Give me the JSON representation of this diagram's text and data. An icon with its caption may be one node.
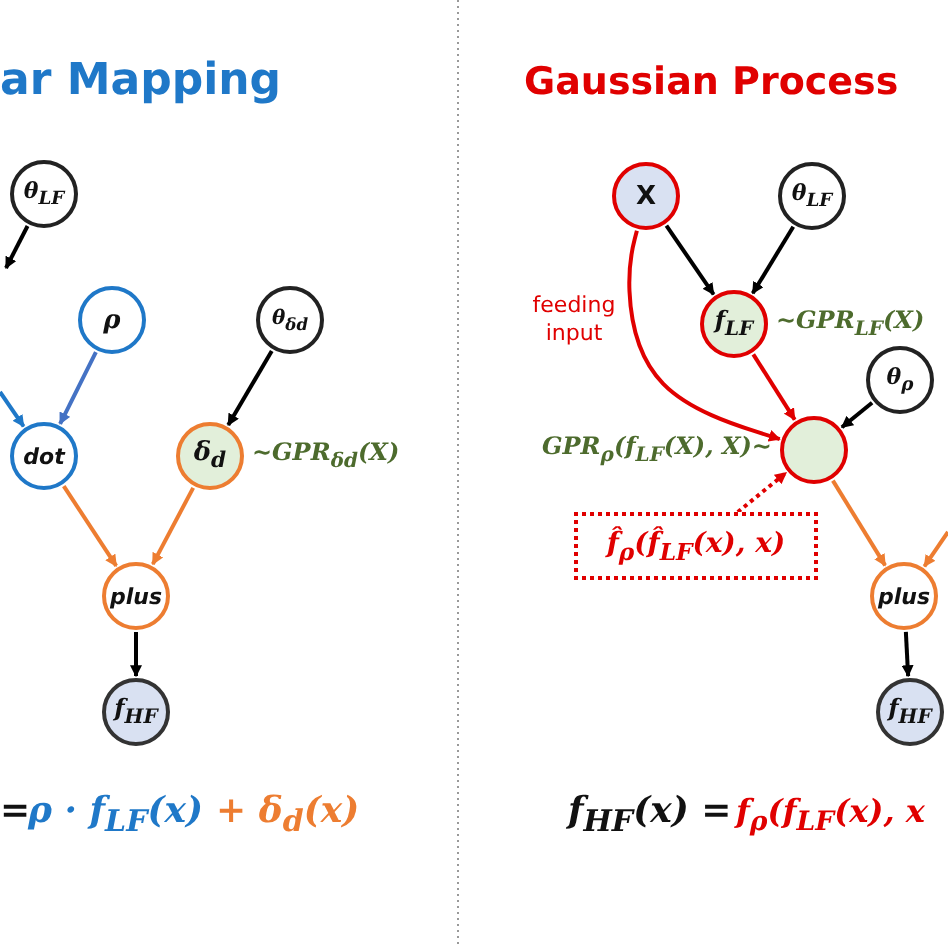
{
  "diagram": {
    "nodes": [
      {
        "text": [
          "θ$_{LF}$"
        ]
      },
      {
        "text": [
          "ρ"
        ]
      },
      {
        "text": [
          "dot"
        ]
      },
      {
        "text": [
          "θ$_{δd}$"
        ]
      },
      {
        "text": [
          "δ$_{d}$"
        ],
        "beside": [
          "~GPR$_{δd}$(X)"
        ]
      },
      {
        "text": [
          "plus"
        ]
      },
      {
        "text": [
          "f$_{HF}$"
        ]
      },
      {
        "text": [
          "X"
        ]
      },
      {
        "text": [
          "θ$_{LF}$"
        ]
      },
      {
        "text": [
          "f$_{LF}$"
        ],
        "beside": [
          "~GPR$_{LF}$(X)"
        ]
      },
      {
        "text": [
          "θ$_{ρ}$"
        ]
      },
      {
        "text": [],
        "shape": "circle",
        "beside": [
          "GPR$_{ρ}$(f$_{LF}$(X), X)~"
        ]
      },
      {
        "text": [
          "f̂$_{ρ}$(f̂$_{LF}$(x), x)"
        ]
      },
      {
        "text": [
          "plus"
        ]
      },
      {
        "text": [
          "f$_{HF}$"
        ]
      }
    ],
    "edges": [
      {
        "from": 0,
        "to": null,
        "arrow": "to"
      },
      {
        "from": null,
        "to": 2,
        "arrow": "to",
        "color": "#1f78c8"
      },
      {
        "from": 1,
        "to": 2,
        "arrow": "to",
        "color": "#4472c4"
      },
      {
        "from": 3,
        "to": 4,
        "arrow": "to"
      },
      {
        "from": 2,
        "to": 5,
        "arrow": "to",
        "color": "#ed7d31"
      },
      {
        "from": 4,
        "to": 5,
        "arrow": "to",
        "color": "#ed7d31"
      },
      {
        "from": 5,
        "to": 6,
        "arrow": "to"
      },
      {
        "from": 7,
        "to": 9,
        "arrow": "to"
      },
      {
        "from": 8,
        "to": 9,
        "arrow": "to"
      },
      {
        "from": 7,
        "to": 11,
        "arrow": "to",
        "color": "#e00000",
        "label": "feeding input"
      },
      {
        "from": 9,
        "to": 11,
        "arrow": "to",
        "color": "#e00000"
      },
      {
        "from": 10,
        "to": 11,
        "arrow": "to"
      },
      {
        "from": 12,
        "to": 11,
        "arrow": "to",
        "style": "dashed",
        "color": "#e00000"
      },
      {
        "from": 11,
        "to": 13,
        "arrow": "to",
        "color": "#ed7d31"
      },
      {
        "from": null,
        "to": 13,
        "arrow": "to",
        "color": "#ed7d31"
      },
      {
        "from": 13,
        "to": 14,
        "arrow": "to"
      }
    ],
    "labels": [
      "ar Mapping",
      "Gaussian Process",
      "=",
      "ρ · f$_{LF}$(x)",
      "+ δ$_{d}$(x)",
      "f$_{HF}$(x) =",
      "f$_{ρ}$(f$_{LF}$(x), x"
    ]
  }
}
